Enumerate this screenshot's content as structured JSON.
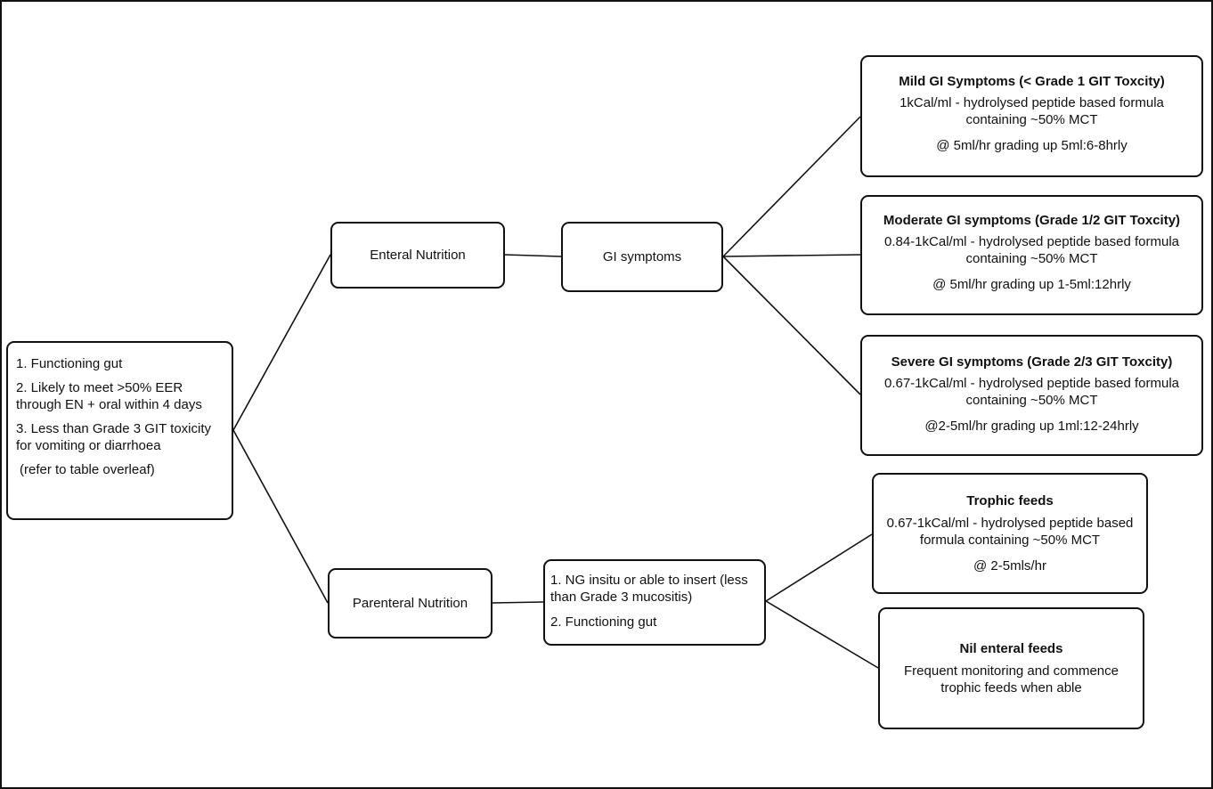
{
  "criteria": {
    "items": [
      "1. Functioning gut",
      "2. Likely to meet >50% EER through EN + oral within 4 days",
      "3. Less than Grade 3 GIT toxicity for vomiting or diarrhoea"
    ],
    "note": "(refer to table overleaf)"
  },
  "enteral": {
    "label": "Enteral Nutrition"
  },
  "gi": {
    "label": "GI symptoms"
  },
  "mild": {
    "title": "Mild GI Symptoms (< Grade 1 GIT Toxcity)",
    "formula": "1kCal/ml - hydrolysed peptide based formula containing ~50% MCT",
    "rate": "@ 5ml/hr grading up 5ml:6-8hrly"
  },
  "moderate": {
    "title": "Moderate GI symptoms (Grade 1/2 GIT Toxcity)",
    "formula": "0.84-1kCal/ml - hydrolysed peptide based formula containing ~50% MCT",
    "rate": "@ 5ml/hr grading up 1-5ml:12hrly"
  },
  "severe": {
    "title": "Severe GI symptoms (Grade 2/3 GIT Toxcity)",
    "formula": "0.67-1kCal/ml - hydrolysed peptide based formula containing ~50% MCT",
    "rate": "@2-5ml/hr grading up 1ml:12-24hrly"
  },
  "parenteral": {
    "label": "Parenteral Nutrition"
  },
  "ng": {
    "item1": "1.  NG insitu or able to insert (less than Grade 3 mucositis)",
    "item2": "2.  Functioning gut"
  },
  "trophic": {
    "title": "Trophic feeds",
    "formula": "0.67-1kCal/ml - hydrolysed peptide based formula containing ~50% MCT",
    "rate": "@ 2-5mls/hr"
  },
  "nil": {
    "title": "Nil enteral feeds",
    "text": "Frequent monitoring and commence trophic feeds when able"
  }
}
